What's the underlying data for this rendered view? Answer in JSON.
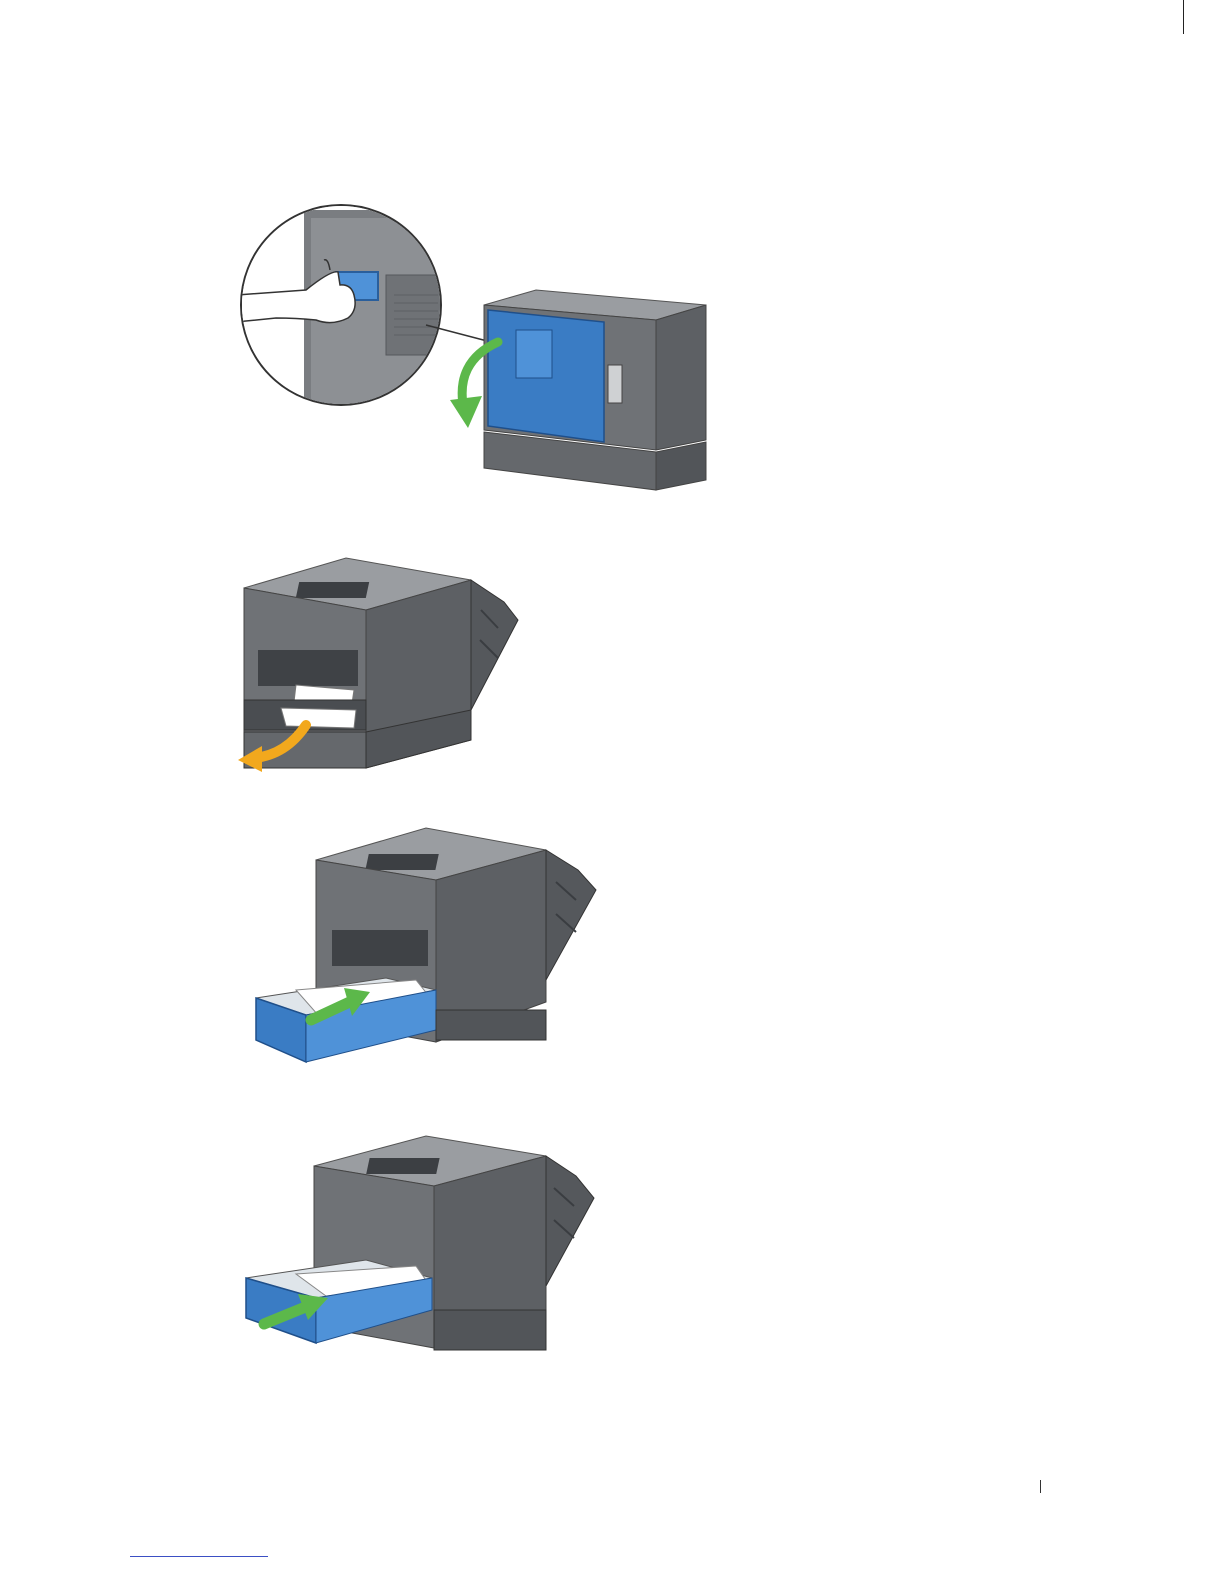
{
  "document": {
    "figures": [
      {
        "id": "fig1",
        "name": "open-rear-cover-illustration",
        "arrow_color": "#5cb84a"
      },
      {
        "id": "fig2",
        "name": "pull-out-jammed-paper-illustration",
        "arrow_color": "#f2a81d"
      },
      {
        "id": "fig3",
        "name": "insert-paper-tray-illustration",
        "arrow_color": "#5cb84a"
      },
      {
        "id": "fig4",
        "name": "push-tray-in-illustration",
        "arrow_color": "#5cb84a"
      }
    ],
    "colors": {
      "printer_body": "#6f7276",
      "printer_dark": "#4d5054",
      "printer_light": "#9a9da1",
      "accent_blue": "#3a7cc4",
      "accent_blue_light": "#5b9ee0",
      "link_blue": "#3b4fc4"
    }
  }
}
